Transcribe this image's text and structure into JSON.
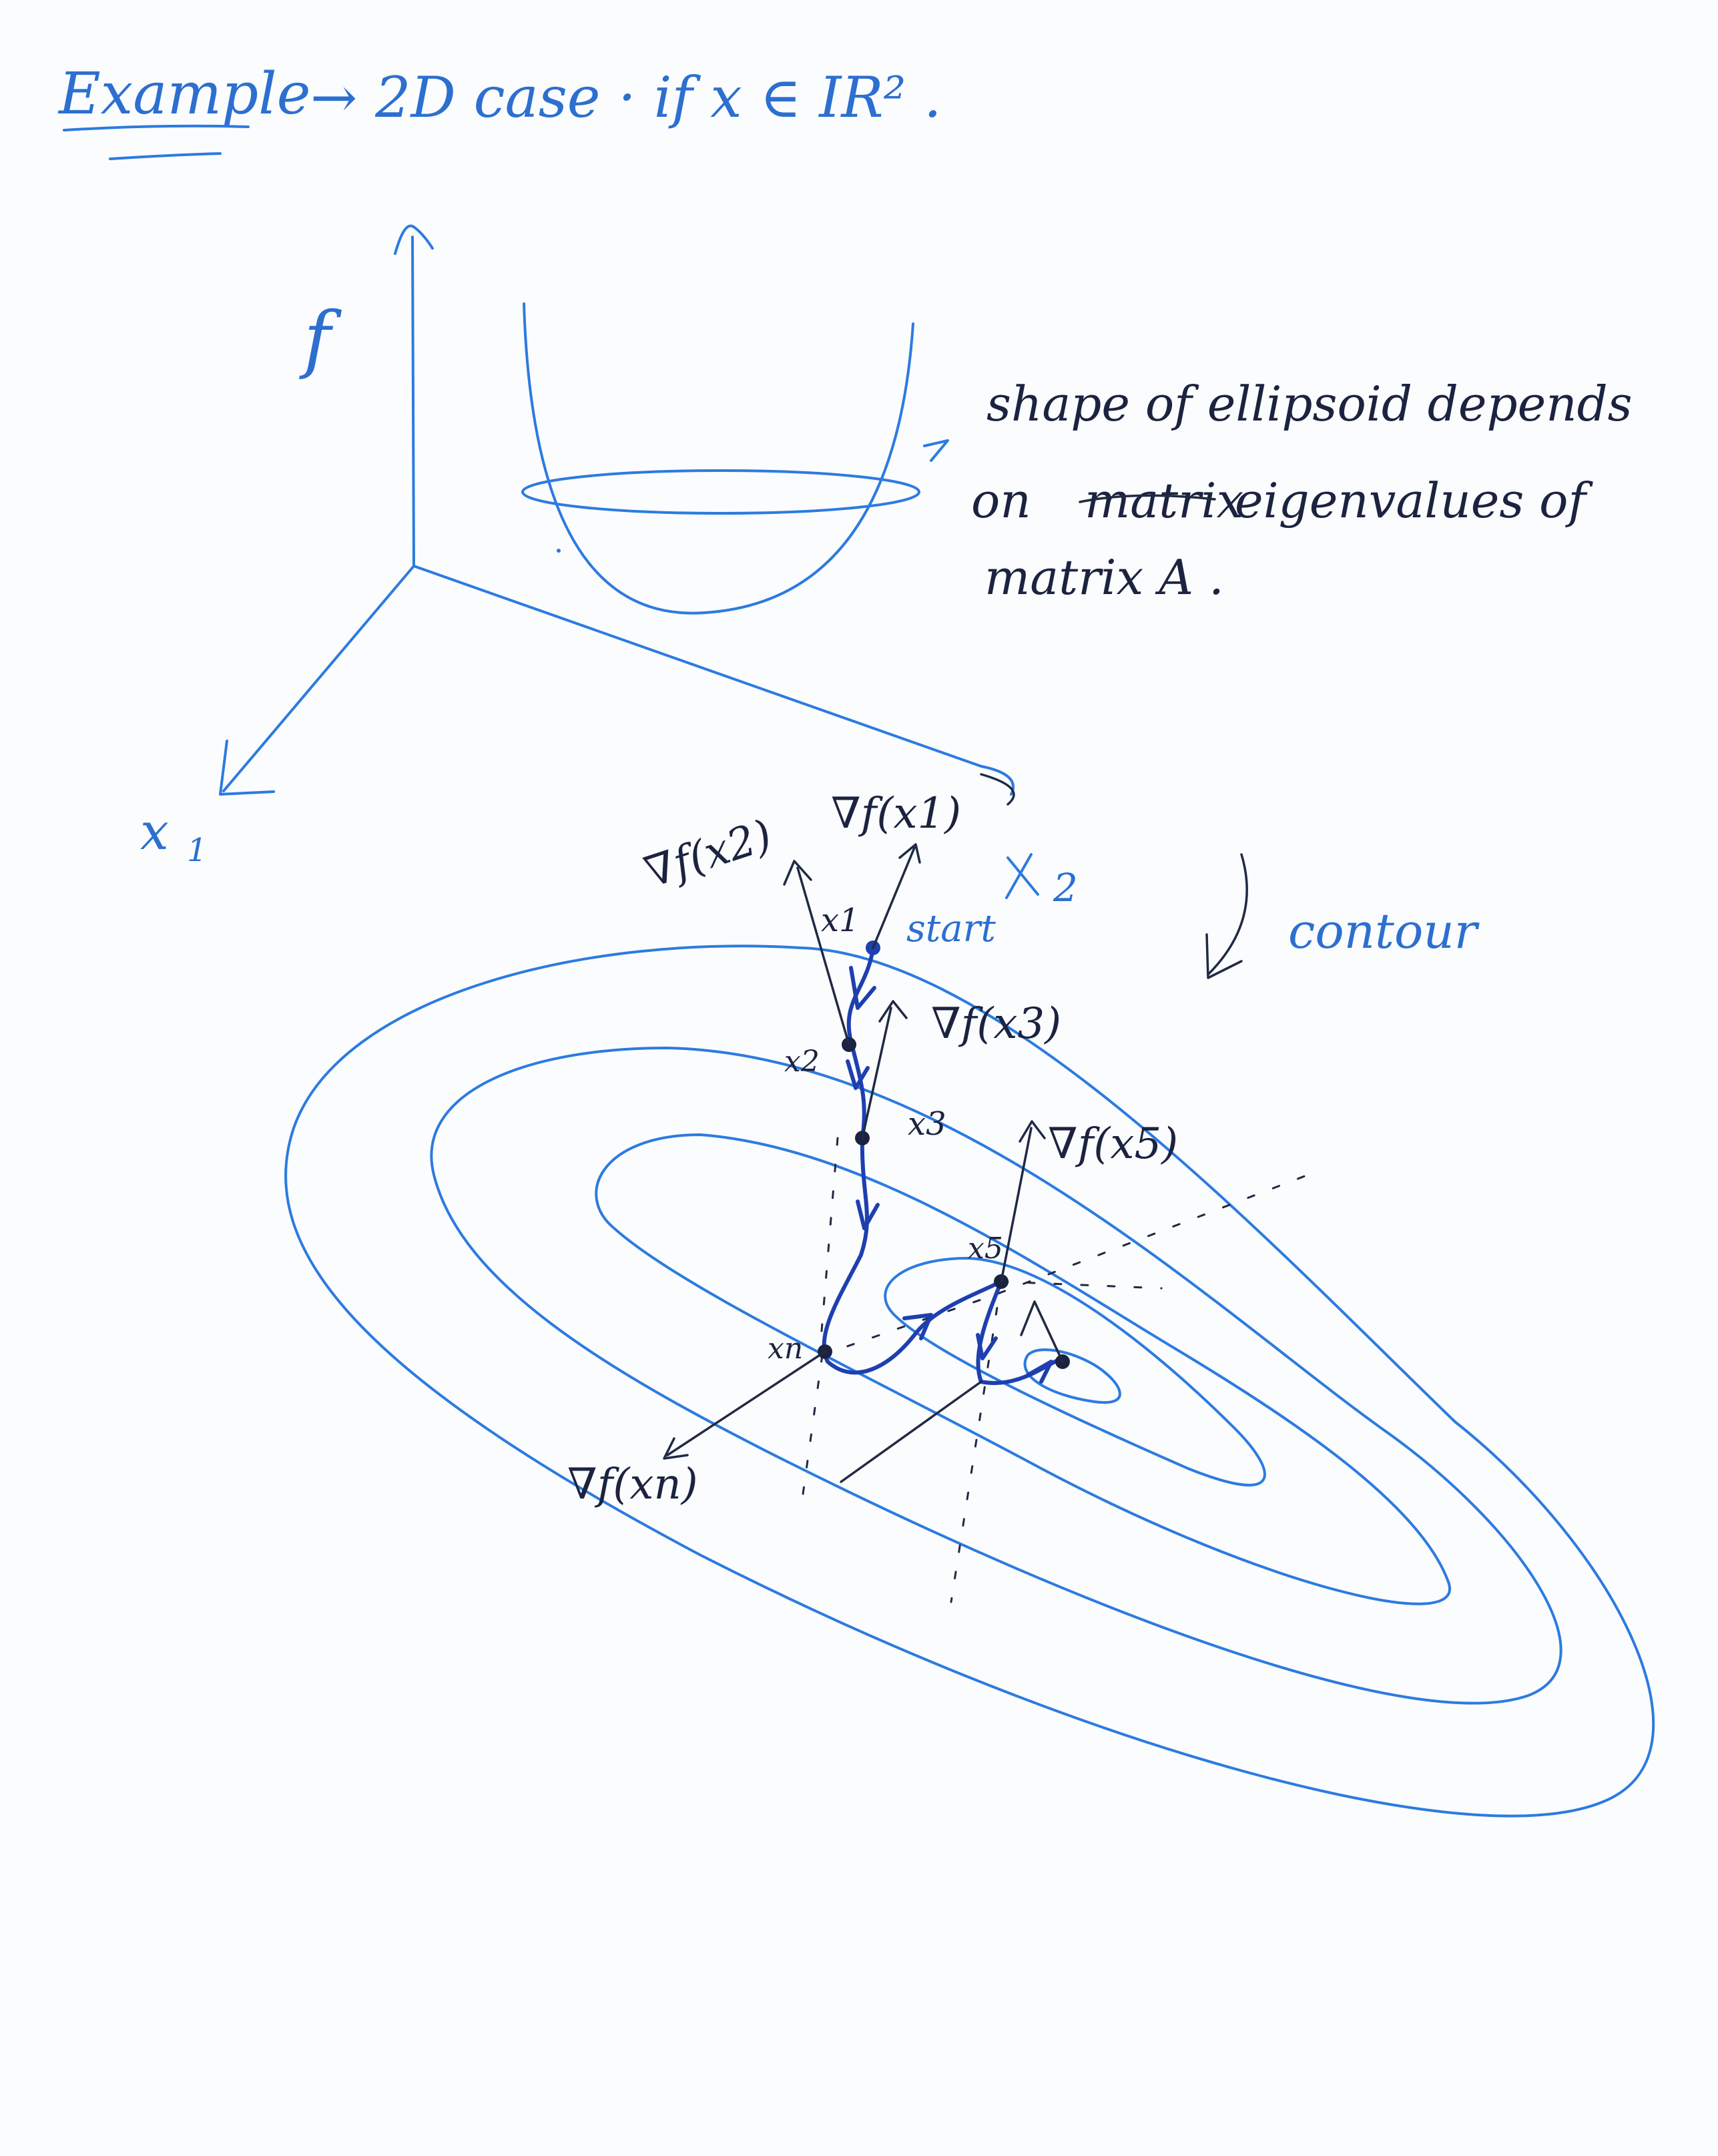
{
  "heading": {
    "example_word": "Example",
    "rest": "→  2D case · if  x ∈ IR² ."
  },
  "surface_plot": {
    "f_axis_label": "f",
    "x1_axis_label": "x",
    "x1_axis_subscript": "1"
  },
  "note": {
    "line1": "shape of ellipsoid depends",
    "line2_prefix": "on",
    "line2_struck": "matrix",
    "line2_rest": "eigenvalues of",
    "line3": "matrix A ."
  },
  "contour_plot": {
    "x2_axis_label": "x",
    "x2_axis_subscript": "2",
    "contour_label": "contour",
    "start_label": "start",
    "points": [
      {
        "label": "x1"
      },
      {
        "label": "x2"
      },
      {
        "label": "x3"
      },
      {
        "label": "xn"
      },
      {
        "label": "x5"
      }
    ],
    "gradients": [
      {
        "label": "∇f(x1)"
      },
      {
        "label": "∇f(x2)"
      },
      {
        "label": "∇f(x3)"
      },
      {
        "label": "∇f(x5)"
      },
      {
        "label": "∇f(xn)"
      }
    ]
  },
  "colors": {
    "ink_blue": "#2c6fd0",
    "contour_blue": "#2c7be0",
    "path_blue": "#1e3fb0",
    "ink_dark": "#1b2340"
  }
}
